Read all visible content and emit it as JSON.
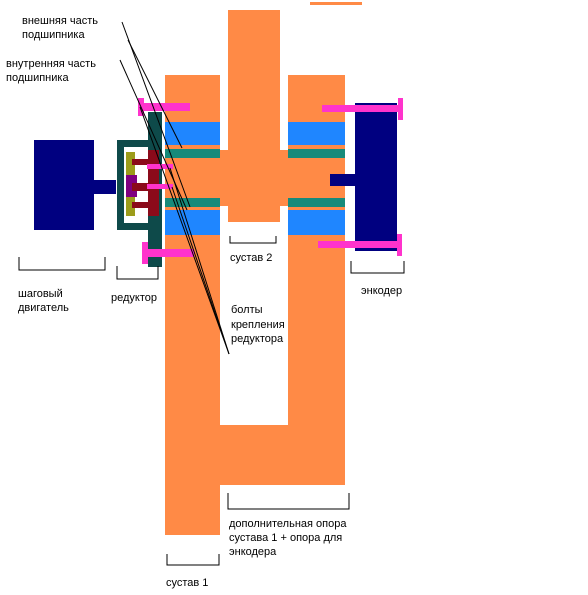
{
  "labels": {
    "outer_bearing_line1": "внешняя часть",
    "outer_bearing_line2": "подшипника",
    "inner_bearing_line1": "внутренняя часть",
    "inner_bearing_line2": "подшипника",
    "stepper_line1": "шаговый",
    "stepper_line2": "двигатель",
    "gearbox": "редуктор",
    "bolts_line1": "болты",
    "bolts_line2": "крепления",
    "bolts_line3": "редуктора",
    "joint2": "сустав 2",
    "encoder": "энкодер",
    "support_line1": "дополнительная опора",
    "support_line2": "сустава 1 + опора для",
    "support_line3": "энкодера",
    "joint1": "сустав 1"
  },
  "colors": {
    "link": "#FF8A46",
    "motor": "#000080",
    "gear_housing": "#0E4A4A",
    "bearing_outer": "#1F86FF",
    "bearing_inner": "#178A7A",
    "bolt": "#FF33CC",
    "gear_red": "#8B0A1A",
    "gear_olive": "#9C9C1A",
    "gear_purple": "#800080"
  }
}
